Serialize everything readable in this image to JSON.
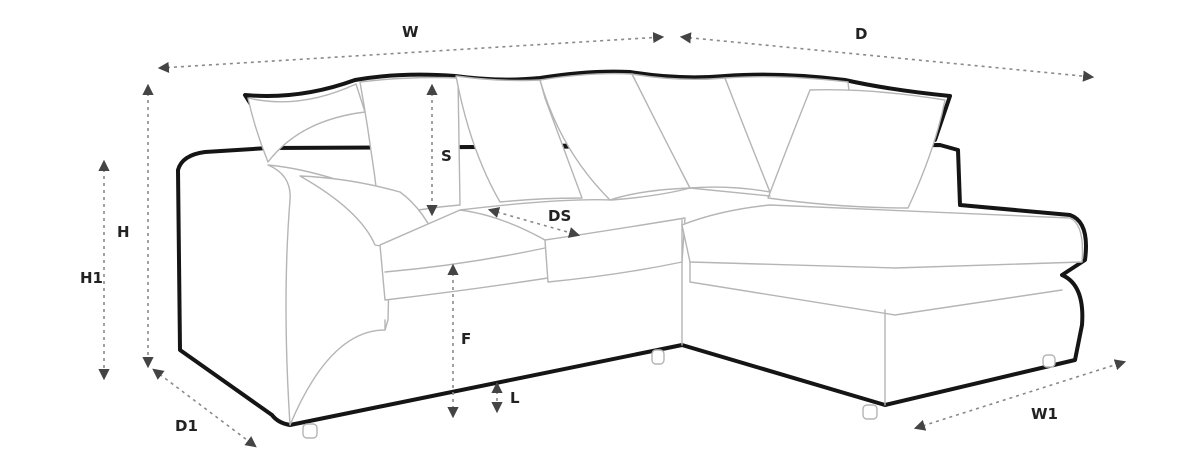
{
  "diagram": {
    "labels": {
      "w": "W",
      "d": "D",
      "h": "H",
      "h1": "H1",
      "s": "S",
      "ds": "DS",
      "f": "F",
      "l": "L",
      "d1": "D1",
      "w1": "W1"
    },
    "colors": {
      "outline": "#151515",
      "inner_lines": "#b5b5b5",
      "dimension_lines": "#8a8a8a",
      "text": "#222222"
    }
  }
}
